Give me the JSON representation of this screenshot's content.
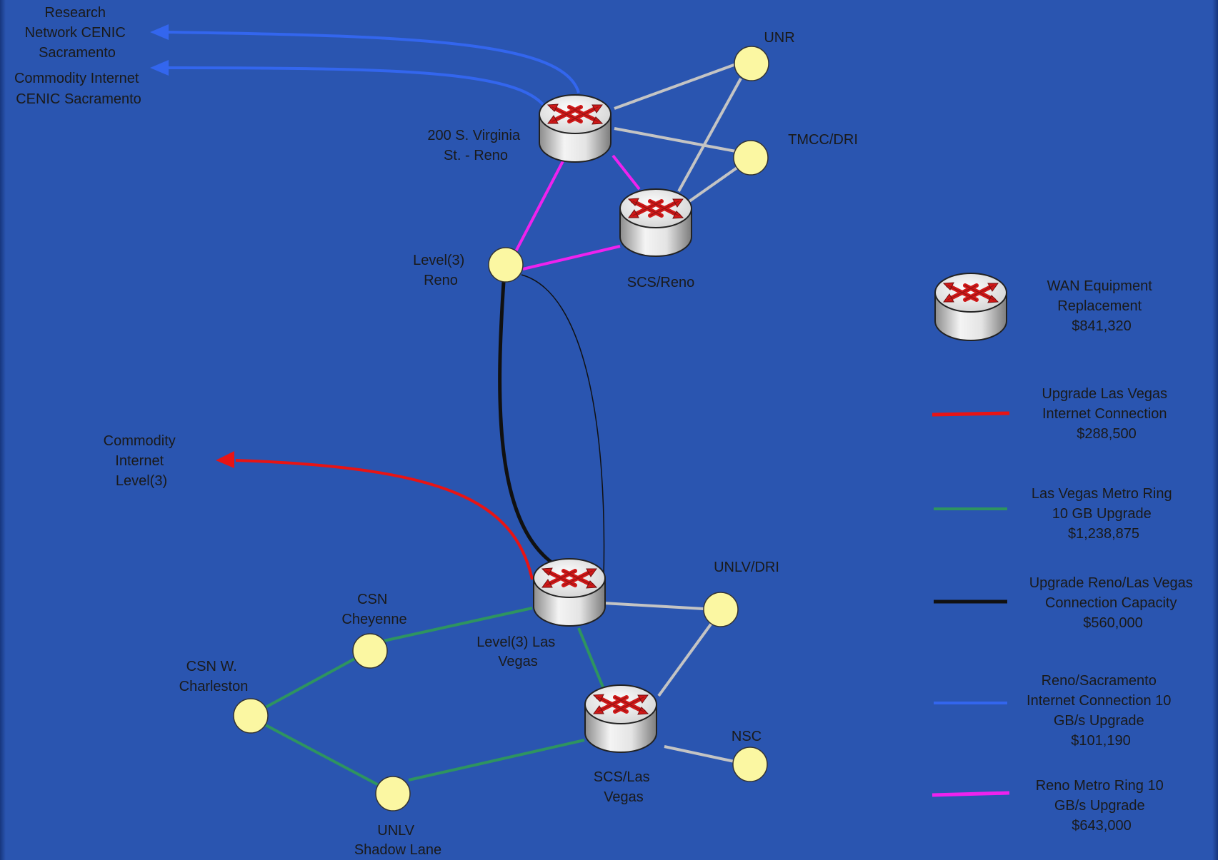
{
  "colors": {
    "blue_link": "#3366ee",
    "red_link": "#e81414",
    "green_link": "#2e9460",
    "black_link": "#111111",
    "magenta_link": "#ee22ee",
    "gray_link": "#c4c4c4",
    "site_fill": "#fbf7a2",
    "router_red": "#d01818"
  },
  "labels": {
    "research_cenic": [
      "Research",
      "Network CENIC",
      "Sacramento"
    ],
    "commodity_cenic": [
      "Commodity Internet",
      "CENIC Sacramento"
    ],
    "virginia": [
      "200 S. Virginia",
      "St. - Reno"
    ],
    "unr": "UNR",
    "tmcc": "TMCC/DRI",
    "level3_reno": [
      "Level(3)",
      "Reno"
    ],
    "scs_reno": "SCS/Reno",
    "commodity_level3": [
      "Commodity",
      "Internet",
      "Level(3)"
    ],
    "unlv_dri": "UNLV/DRI",
    "csn_cheyenne": [
      "CSN",
      "Cheyenne"
    ],
    "level3_lv": [
      "Level(3) Las",
      "Vegas"
    ],
    "csn_charleston": [
      "CSN W.",
      "Charleston"
    ],
    "nsc": "NSC",
    "scs_lv": [
      "SCS/Las",
      "Vegas"
    ],
    "unlv_shadow": [
      "UNLV",
      "Shadow Lane"
    ]
  },
  "legend": {
    "wan": [
      "WAN Equipment",
      "Replacement",
      "$841,320"
    ],
    "red": [
      "Upgrade Las Vegas",
      "Internet Connection",
      "$288,500"
    ],
    "green": [
      "Las Vegas Metro Ring",
      "10 GB Upgrade",
      "$1,238,875"
    ],
    "black": [
      "Upgrade Reno/Las Vegas",
      "Connection Capacity",
      "$560,000"
    ],
    "blue": [
      "Reno/Sacramento",
      "Internet Connection 10",
      "GB/s Upgrade",
      "$101,190"
    ],
    "magenta": [
      "Reno Metro Ring 10",
      "GB/s Upgrade",
      "$643,000"
    ]
  }
}
